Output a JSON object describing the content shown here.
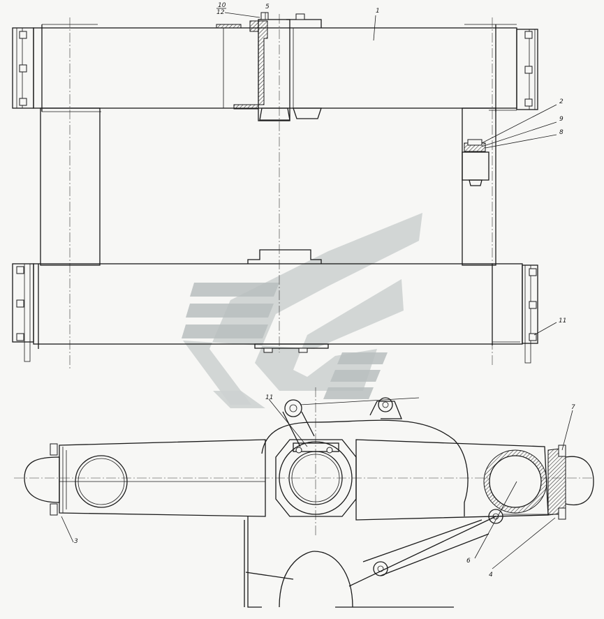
{
  "labels": {
    "l1": "1",
    "l2": "2",
    "l3": "3",
    "l4": "4",
    "l5": "5",
    "l6": "6",
    "l7": "7",
    "l8": "8",
    "l9": "9",
    "l11a": "11",
    "l11b": "11",
    "frac_top": "10",
    "frac_bottom": "12"
  }
}
